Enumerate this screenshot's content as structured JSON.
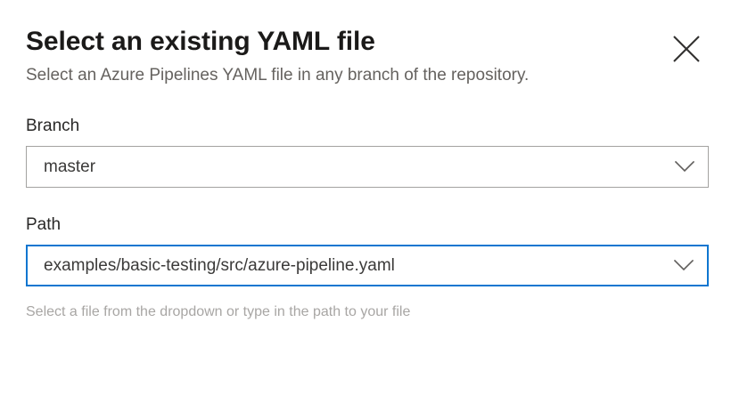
{
  "panel": {
    "title": "Select an existing YAML file",
    "subtitle": "Select an Azure Pipelines YAML file in any branch of the repository.",
    "close_icon": "close-icon",
    "accent_color": "#0f76d0",
    "border_color": "#a3a2a0",
    "title_color": "#1b1a19",
    "subtitle_color": "#65625f",
    "hint_color": "#a8a6a4"
  },
  "fields": {
    "branch": {
      "label": "Branch",
      "value": "master",
      "placeholder": "",
      "chevron_icon": "chevron-down-icon",
      "focused": false
    },
    "path": {
      "label": "Path",
      "value": "examples/basic-testing/src/azure-pipeline.yaml",
      "placeholder": "",
      "chevron_icon": "chevron-down-icon",
      "focused": true,
      "hint": "Select a file from the dropdown or type in the path to your file"
    }
  }
}
